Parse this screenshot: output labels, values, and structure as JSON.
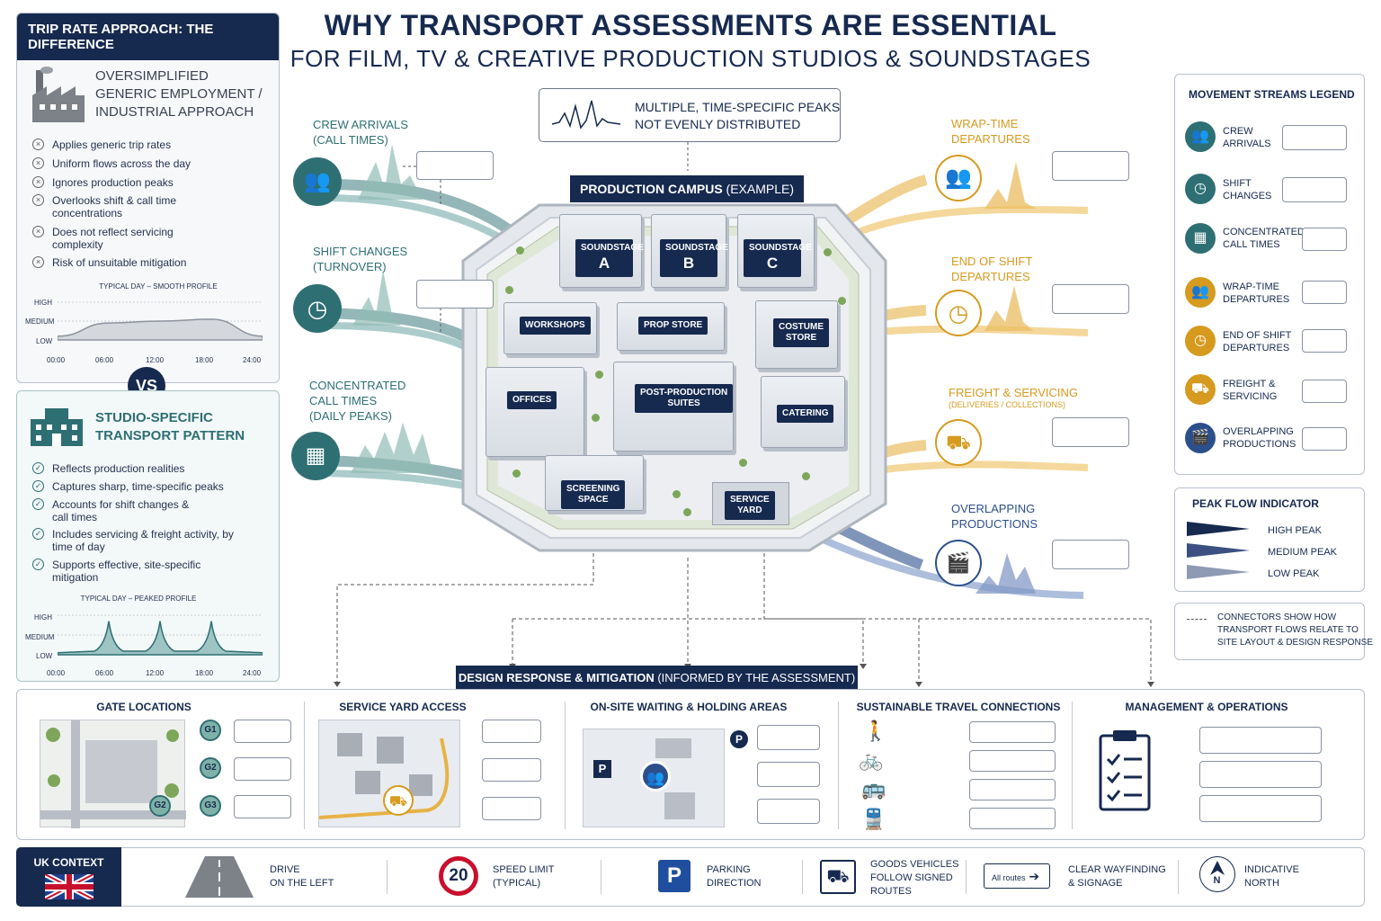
{
  "title": {
    "line1": "WHY TRANSPORT ASSESSMENTS ARE ESSENTIAL",
    "line2": "FOR FILM, TV & CREATIVE PRODUCTION STUDIOS & SOUNDSTAGES"
  },
  "left_panel": {
    "header": "TRIP RATE APPROACH: THE DIFFERENCE",
    "generic": {
      "heading_line1": "OVERSIMPLIFIED",
      "heading_line2": "GENERIC EMPLOYMENT /",
      "heading_line3": "INDUSTRIAL APPROACH",
      "items": [
        "Applies generic trip rates",
        "Uniform flows across the day",
        "Ignores production peaks",
        "Overlooks shift & call time concentrations",
        "Does not reflect servicing complexity",
        "Risk of unsuitable mitigation"
      ],
      "chart_title": "TYPICAL DAY – SMOOTH PROFILE"
    },
    "vs": "VS",
    "studio": {
      "heading_line1": "STUDIO-SPECIFIC",
      "heading_line2": "TRANSPORT PATTERN",
      "items": [
        "Reflects production realities",
        "Captures sharp, time-specific peaks",
        "Accounts for shift changes & call times",
        "Includes servicing & freight activity, by time of day",
        "Supports effective, site-specific mitigation"
      ],
      "chart_title": "TYPICAL DAY – PEAKED PROFILE"
    },
    "y_levels": [
      "HIGH",
      "MEDIUM",
      "LOW"
    ],
    "x_ticks": [
      "00:00",
      "06:00",
      "12:00",
      "18:00",
      "24:00"
    ]
  },
  "chart_data": [
    {
      "type": "area",
      "title": "TYPICAL DAY – SMOOTH PROFILE",
      "x": [
        "00:00",
        "06:00",
        "12:00",
        "18:00",
        "24:00"
      ],
      "y_levels": [
        "LOW",
        "MEDIUM",
        "HIGH"
      ],
      "values": [
        0.1,
        0.45,
        0.5,
        0.55,
        0.1
      ]
    },
    {
      "type": "area",
      "title": "TYPICAL DAY – PEAKED PROFILE",
      "x": [
        "00:00",
        "06:00",
        "12:00",
        "18:00",
        "24:00"
      ],
      "y_levels": [
        "LOW",
        "MEDIUM",
        "HIGH"
      ],
      "values": [
        0.05,
        0.85,
        0.85,
        0.85,
        0.05
      ]
    }
  ],
  "peaks_callout": {
    "line1": "MULTIPLE, TIME-SPECIFIC PEAKS",
    "line2": "NOT EVENLY DISTRIBUTED"
  },
  "inbound_streams": [
    {
      "line1": "CREW ARRIVALS",
      "line2": "(CALL TIMES)",
      "line3": ""
    },
    {
      "line1": "SHIFT CHANGES",
      "line2": "(TURNOVER)",
      "line3": ""
    },
    {
      "line1": "CONCENTRATED",
      "line2": "CALL TIMES",
      "line3": "(DAILY PEAKS)"
    }
  ],
  "outbound_streams": [
    {
      "line1": "WRAP-TIME",
      "line2": "DEPARTURES"
    },
    {
      "line1": "END OF SHIFT",
      "line2": "DEPARTURES"
    },
    {
      "line1": "FREIGHT & SERVICING",
      "line2": "(DELIVERIES / COLLECTIONS)"
    },
    {
      "line1": "OVERLAPPING",
      "line2": "PRODUCTIONS"
    }
  ],
  "campus": {
    "title": "PRODUCTION CAMPUS",
    "title_suffix": "(EXAMPLE)",
    "soundstage_word": "SOUNDSTAGE",
    "soundstages": [
      "A",
      "B",
      "C"
    ],
    "buildings": {
      "workshops": "WORKSHOPS",
      "prop_store": "PROP STORE",
      "costume_store_1": "COSTUME",
      "costume_store_2": "STORE",
      "offices": "OFFICES",
      "post_production_1": "POST-PRODUCTION",
      "post_production_2": "SUITES",
      "catering": "CATERING",
      "screening_1": "SCREENING",
      "screening_2": "SPACE",
      "service_yard_1": "SERVICE",
      "service_yard_2": "YARD"
    }
  },
  "legend": {
    "title": "MOVEMENT STREAMS LEGEND",
    "items": [
      {
        "line1": "CREW",
        "line2": "ARRIVALS",
        "color": "#2e6f73"
      },
      {
        "line1": "SHIFT",
        "line2": "CHANGES",
        "color": "#2e6f73"
      },
      {
        "line1": "CONCENTRATED",
        "line2": "CALL TIMES",
        "color": "#2e6f73"
      },
      {
        "line1": "WRAP-TIME",
        "line2": "DEPARTURES",
        "color": "#d69a1f"
      },
      {
        "line1": "END OF SHIFT",
        "line2": "DEPARTURES",
        "color": "#d69a1f"
      },
      {
        "line1": "FREIGHT &",
        "line2": "SERVICING",
        "color": "#d69a1f"
      },
      {
        "line1": "OVERLAPPING",
        "line2": "PRODUCTIONS",
        "color": "#2c4f8c"
      }
    ]
  },
  "peak_flow": {
    "title": "PEAK FLOW INDICATOR",
    "levels": [
      "HIGH PEAK",
      "MEDIUM PEAK",
      "LOW PEAK"
    ]
  },
  "connector_note": {
    "line1": "CONNECTORS SHOW HOW",
    "line2": "TRANSPORT FLOWS RELATE TO",
    "line3": "SITE LAYOUT & DESIGN RESPONSE"
  },
  "design_response": {
    "title": "DESIGN RESPONSE & MITIGATION",
    "title_suffix": "(INFORMED BY THE ASSESSMENT)",
    "sections": [
      "GATE LOCATIONS",
      "SERVICE YARD ACCESS",
      "ON-SITE WAITING & HOLDING AREAS",
      "SUSTAINABLE TRAVEL CONNECTIONS",
      "MANAGEMENT & OPERATIONS"
    ],
    "gates": [
      "G1",
      "G2",
      "G3",
      "G2"
    ],
    "parking_letter": "P"
  },
  "uk_context": {
    "label": "UK CONTEXT",
    "items": [
      {
        "line1": "DRIVE",
        "line2": "ON THE LEFT",
        "line3": ""
      },
      {
        "line1": "SPEED LIMIT",
        "line2": "(TYPICAL)",
        "line3": ""
      },
      {
        "line1": "PARKING",
        "line2": "DIRECTION",
        "line3": ""
      },
      {
        "line1": "GOODS VEHICLES",
        "line2": "FOLLOW SIGNED",
        "line3": "ROUTES"
      },
      {
        "line1": "CLEAR WAYFINDING",
        "line2": "& SIGNAGE",
        "line3": ""
      },
      {
        "line1": "INDICATIVE",
        "line2": "NORTH",
        "line3": ""
      }
    ],
    "speed_value": "20",
    "parking_letter": "P",
    "routes_sign": "All routes",
    "north_letter": "N"
  }
}
